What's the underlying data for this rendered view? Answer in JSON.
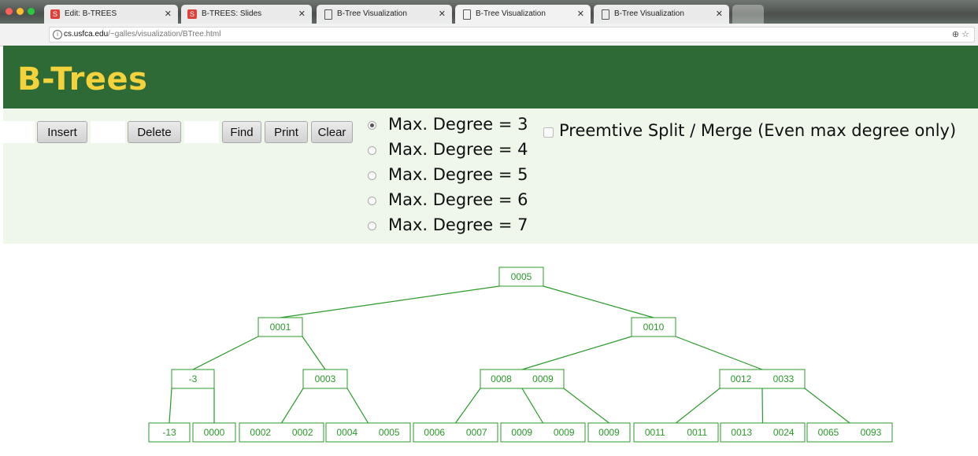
{
  "browser": {
    "tabs": [
      {
        "title": "Edit: B-TREES",
        "favicon": "S",
        "type": "slides"
      },
      {
        "title": "B-TREES: Slides",
        "favicon": "S",
        "type": "slides"
      },
      {
        "title": "B-Tree Visualization",
        "favicon": "",
        "type": "doc"
      },
      {
        "title": "B-Tree Visualization",
        "favicon": "",
        "type": "doc"
      },
      {
        "title": "B-Tree Visualization",
        "favicon": "",
        "type": "doc"
      }
    ],
    "url_host": "cs.usfca.edu",
    "url_path": "/~galles/visualization/BTree.html",
    "icons": [
      "info-icon",
      "reload-icon",
      "zoom-icon",
      "star-icon",
      "extension-icon"
    ],
    "colors": {
      "slides_favicon": "#e0403a"
    }
  },
  "header": {
    "title": "B-Trees",
    "colors": {
      "background": "#2d6a35",
      "title": "#f4d23b"
    }
  },
  "controls": {
    "insert_label": "Insert",
    "delete_label": "Delete",
    "find_label": "Find",
    "print_label": "Print",
    "clear_label": "Clear",
    "insert_value": "",
    "delete_value": "",
    "find_value": "",
    "degree_options": [
      "Max. Degree = 3",
      "Max. Degree = 4",
      "Max. Degree = 5",
      "Max. Degree = 6",
      "Max. Degree = 7"
    ],
    "selected_degree_index": 0,
    "split_label": "Preemtive Split / Merge (Even max degree only)",
    "split_checked": false,
    "colors": {
      "background": "#eef7ea"
    }
  },
  "tree": {
    "colors": {
      "node": "#2a9a2a"
    },
    "root": {
      "keys": [
        "0005"
      ]
    },
    "level1": [
      {
        "keys": [
          "0001"
        ]
      },
      {
        "keys": [
          "0010"
        ]
      }
    ],
    "level2": [
      {
        "keys": [
          "-3"
        ]
      },
      {
        "keys": [
          "0003"
        ]
      },
      {
        "keys": [
          "0008",
          "0009"
        ]
      },
      {
        "keys": [
          "0012",
          "0033"
        ]
      }
    ],
    "leaves": [
      {
        "keys": [
          "-13"
        ]
      },
      {
        "keys": [
          "0000"
        ]
      },
      {
        "keys": [
          "0002",
          "0002"
        ]
      },
      {
        "keys": [
          "0004",
          "0005"
        ]
      },
      {
        "keys": [
          "0006",
          "0007"
        ]
      },
      {
        "keys": [
          "0009",
          "0009"
        ]
      },
      {
        "keys": [
          "0009"
        ]
      },
      {
        "keys": [
          "0011",
          "0011"
        ]
      },
      {
        "keys": [
          "0013",
          "0024"
        ]
      },
      {
        "keys": [
          "0065",
          "0093"
        ]
      }
    ]
  }
}
